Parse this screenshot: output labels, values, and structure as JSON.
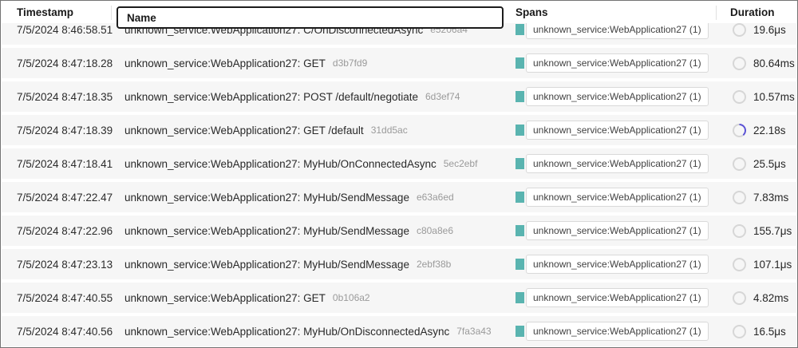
{
  "table": {
    "header": {
      "timestamp": "Timestamp",
      "name": "Name",
      "spans": "Spans",
      "duration": "Duration"
    },
    "rows": [
      {
        "timestamp": "7/5/2024 8:46:58.51...",
        "name": "unknown_service:WebApplication27: C/OnDisconnectedAsync",
        "trace_id": "e5206a4",
        "spans_badge": "unknown_service:WebApplication27 (1)",
        "duration": "19.6μs",
        "progress_deg": 0
      },
      {
        "timestamp": "7/5/2024 8:47:18.28...",
        "name": "unknown_service:WebApplication27: GET",
        "trace_id": "d3b7fd9",
        "spans_badge": "unknown_service:WebApplication27 (1)",
        "duration": "80.64ms",
        "progress_deg": 0
      },
      {
        "timestamp": "7/5/2024 8:47:18.35...",
        "name": "unknown_service:WebApplication27: POST /default/negotiate",
        "trace_id": "6d3ef74",
        "spans_badge": "unknown_service:WebApplication27 (1)",
        "duration": "10.57ms",
        "progress_deg": 0
      },
      {
        "timestamp": "7/5/2024 8:47:18.39...",
        "name": "unknown_service:WebApplication27: GET /default",
        "trace_id": "31dd5ac",
        "spans_badge": "unknown_service:WebApplication27 (1)",
        "duration": "22.18s",
        "progress_deg": 140
      },
      {
        "timestamp": "7/5/2024 8:47:18.41...",
        "name": "unknown_service:WebApplication27: MyHub/OnConnectedAsync",
        "trace_id": "5ec2ebf",
        "spans_badge": "unknown_service:WebApplication27 (1)",
        "duration": "25.5μs",
        "progress_deg": 0
      },
      {
        "timestamp": "7/5/2024 8:47:22.47...",
        "name": "unknown_service:WebApplication27: MyHub/SendMessage",
        "trace_id": "e63a6ed",
        "spans_badge": "unknown_service:WebApplication27 (1)",
        "duration": "7.83ms",
        "progress_deg": 0
      },
      {
        "timestamp": "7/5/2024 8:47:22.96...",
        "name": "unknown_service:WebApplication27: MyHub/SendMessage",
        "trace_id": "c80a8e6",
        "spans_badge": "unknown_service:WebApplication27 (1)",
        "duration": "155.7μs",
        "progress_deg": 0
      },
      {
        "timestamp": "7/5/2024 8:47:23.13...",
        "name": "unknown_service:WebApplication27: MyHub/SendMessage",
        "trace_id": "2ebf38b",
        "spans_badge": "unknown_service:WebApplication27 (1)",
        "duration": "107.1μs",
        "progress_deg": 0
      },
      {
        "timestamp": "7/5/2024 8:47:40.55...",
        "name": "unknown_service:WebApplication27: GET",
        "trace_id": "0b106a2",
        "spans_badge": "unknown_service:WebApplication27 (1)",
        "duration": "4.82ms",
        "progress_deg": 0
      },
      {
        "timestamp": "7/5/2024 8:47:40.56...",
        "name": "unknown_service:WebApplication27: MyHub/OnDisconnectedAsync",
        "trace_id": "7fa3a43",
        "spans_badge": "unknown_service:WebApplication27 (1)",
        "duration": "16.5μs",
        "progress_deg": 0
      }
    ]
  },
  "colors": {
    "span_teal": "#5ab4b0",
    "progress_purple": "#5b52d5",
    "ring_gray": "#d6d6d6",
    "row_bg": "#f6f6f6"
  }
}
